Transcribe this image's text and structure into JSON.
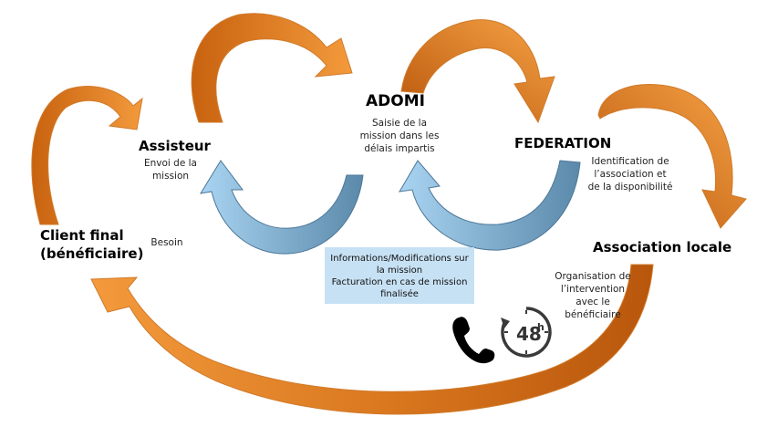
{
  "nodes": {
    "adomi": {
      "title": "ADOMI",
      "caption": [
        "Saisie de la",
        "mission dans les",
        "délais impartis"
      ]
    },
    "assisteur": {
      "title": "Assisteur",
      "caption": [
        "Envoi de la",
        "mission"
      ]
    },
    "federation": {
      "title": "FEDERATION",
      "caption": [
        "Identification de",
        "l’association et",
        "de la disponibilité"
      ]
    },
    "client": {
      "title_lines": [
        "Client final",
        "(bénéficiaire)"
      ],
      "caption": "Besoin"
    },
    "association": {
      "title": "Association locale",
      "caption": [
        "Organisation de",
        "l’intervention",
        "avec le",
        "bénéficiaire"
      ]
    }
  },
  "info_box": {
    "lines": [
      "Informations/Modifications sur",
      "la mission",
      "Facturation en cas de mission",
      "finalisée"
    ]
  },
  "icons": {
    "phone": "phone-icon",
    "clock": "clock-48h-icon",
    "clock_label": "48",
    "clock_sup": "h"
  },
  "colors": {
    "orange_light": "#f39a3c",
    "orange_dark": "#c8620f",
    "blue_light": "#9fcdee",
    "blue_dark": "#5b89aa",
    "info_box": "#c7e1f4"
  }
}
